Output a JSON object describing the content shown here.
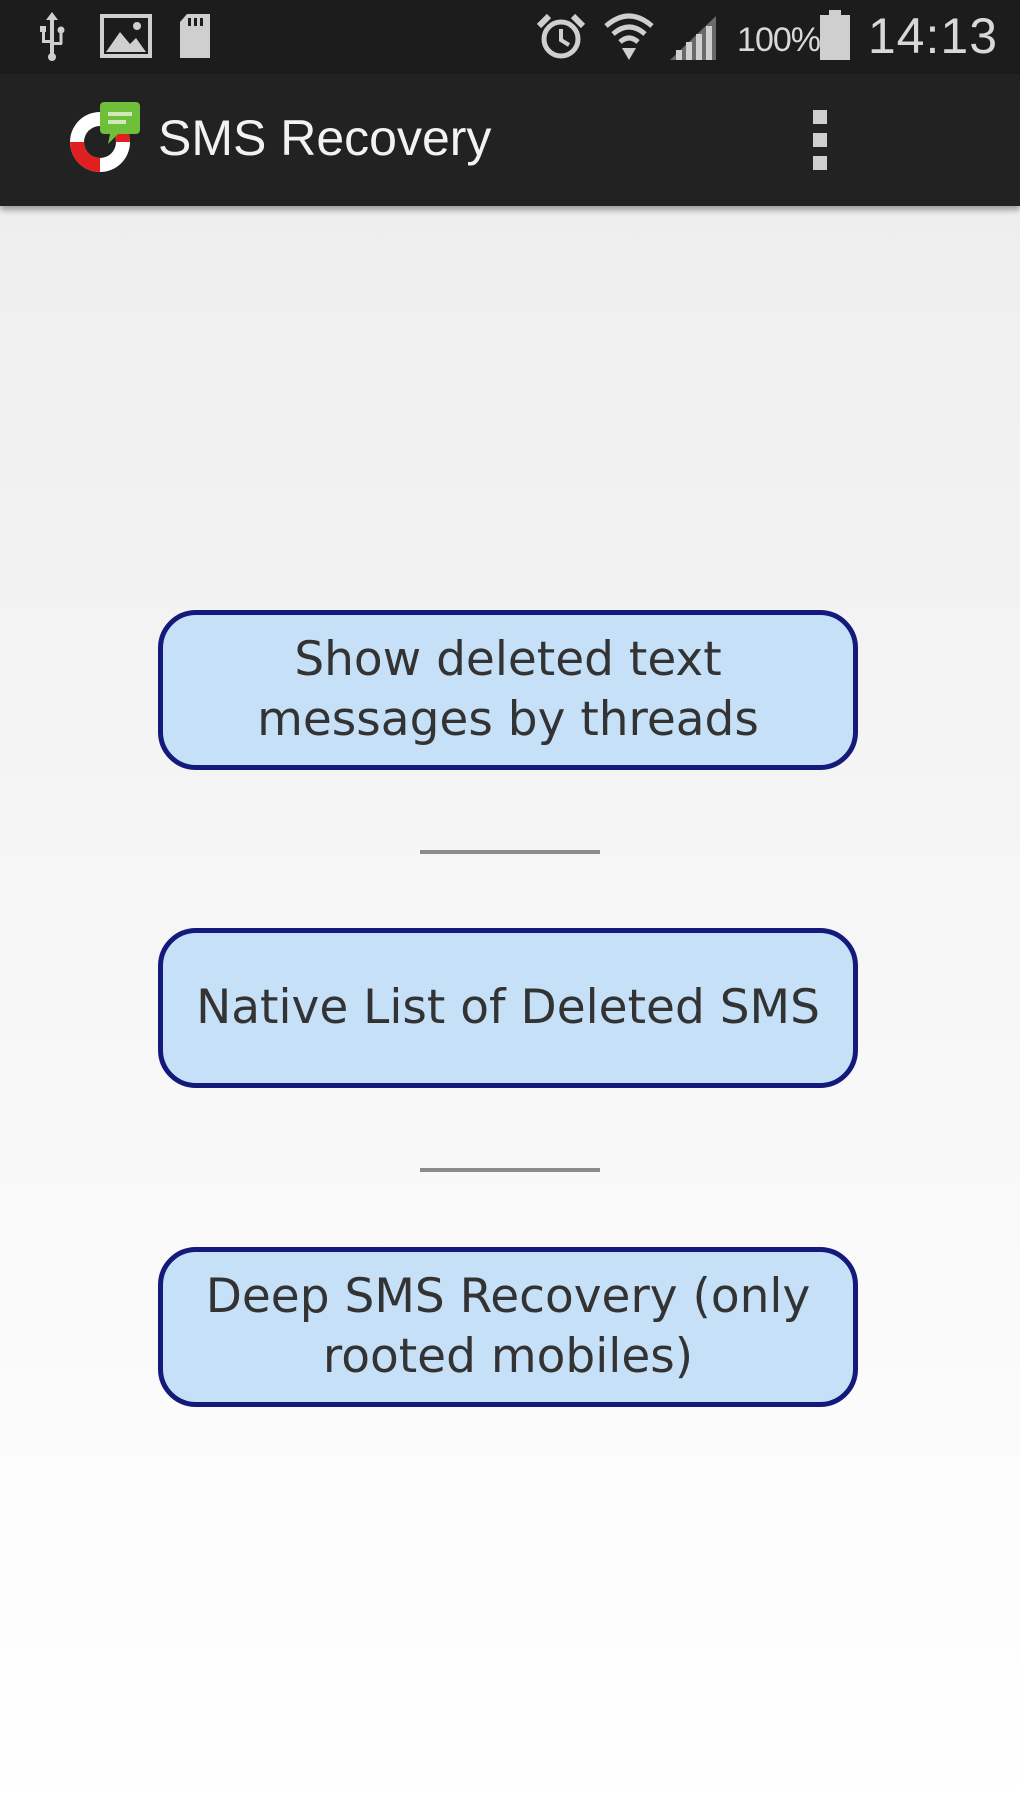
{
  "status_bar": {
    "left_icons": [
      "usb-icon",
      "image-icon",
      "sd-card-icon"
    ],
    "right_icons": [
      "alarm-icon",
      "wifi-icon",
      "signal-icon",
      "battery-icon"
    ],
    "battery_percent": "100%",
    "time": "14:13"
  },
  "action_bar": {
    "title": "SMS Recovery",
    "logo_icon": "lifebuoy-sms-icon",
    "menu_icon": "overflow-menu-icon"
  },
  "main": {
    "buttons": [
      {
        "label": "Show deleted text messages by threads"
      },
      {
        "label": "Native List of Deleted SMS"
      },
      {
        "label": "Deep SMS Recovery (only rooted mobiles)"
      }
    ]
  },
  "colors": {
    "status_bar": "#1c1c1c",
    "action_bar": "#222222",
    "button_fill": "#c6e0f8",
    "button_border": "#141a7a",
    "divider": "#8c8c8c"
  }
}
